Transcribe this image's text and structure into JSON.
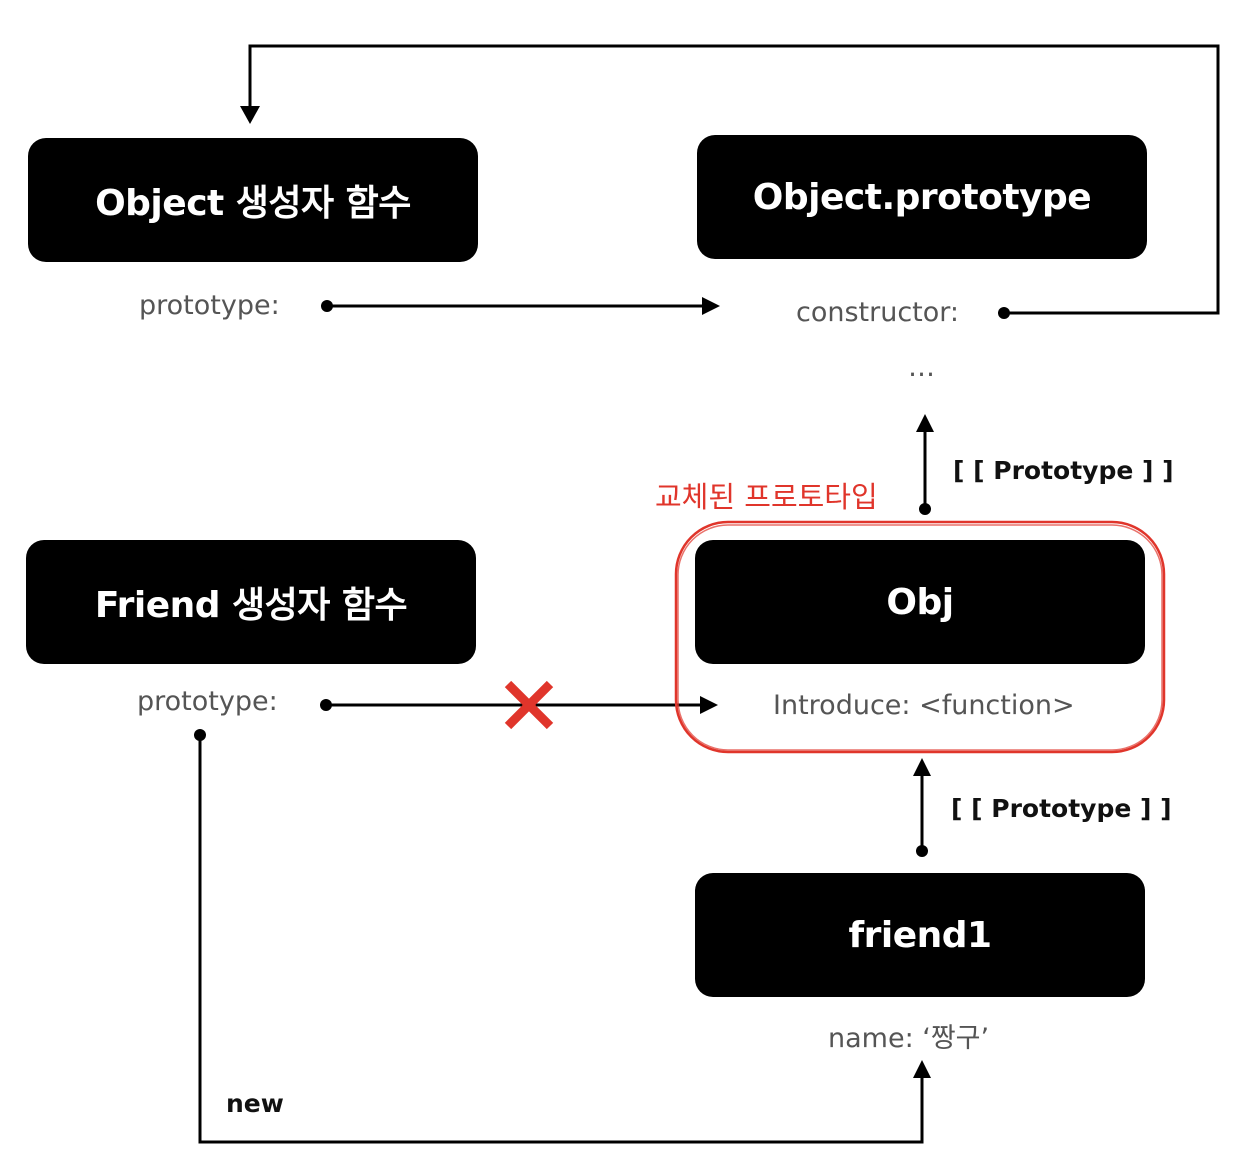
{
  "nodes": {
    "object_ctor": {
      "title": "Object 생성자 함수",
      "property": "prototype:"
    },
    "object_proto": {
      "title": "Object.prototype",
      "property": "constructor:",
      "ellipsis": "…"
    },
    "friend_ctor": {
      "title": "Friend 생성자 함수",
      "property": "prototype:"
    },
    "obj": {
      "title": "Obj",
      "property": "Introduce: <function>"
    },
    "friend1": {
      "title": "friend1",
      "property": "name: ‘짱구’"
    }
  },
  "labels": {
    "proto_link_upper": "[ [ Prototype ] ]",
    "proto_link_lower": "[ [ Prototype ] ]",
    "replaced_prototype": "교체된 프로토타입",
    "new_edge": "new"
  },
  "colors": {
    "box": "#000000",
    "highlight": "#e0352b",
    "property_text": "#555555"
  }
}
